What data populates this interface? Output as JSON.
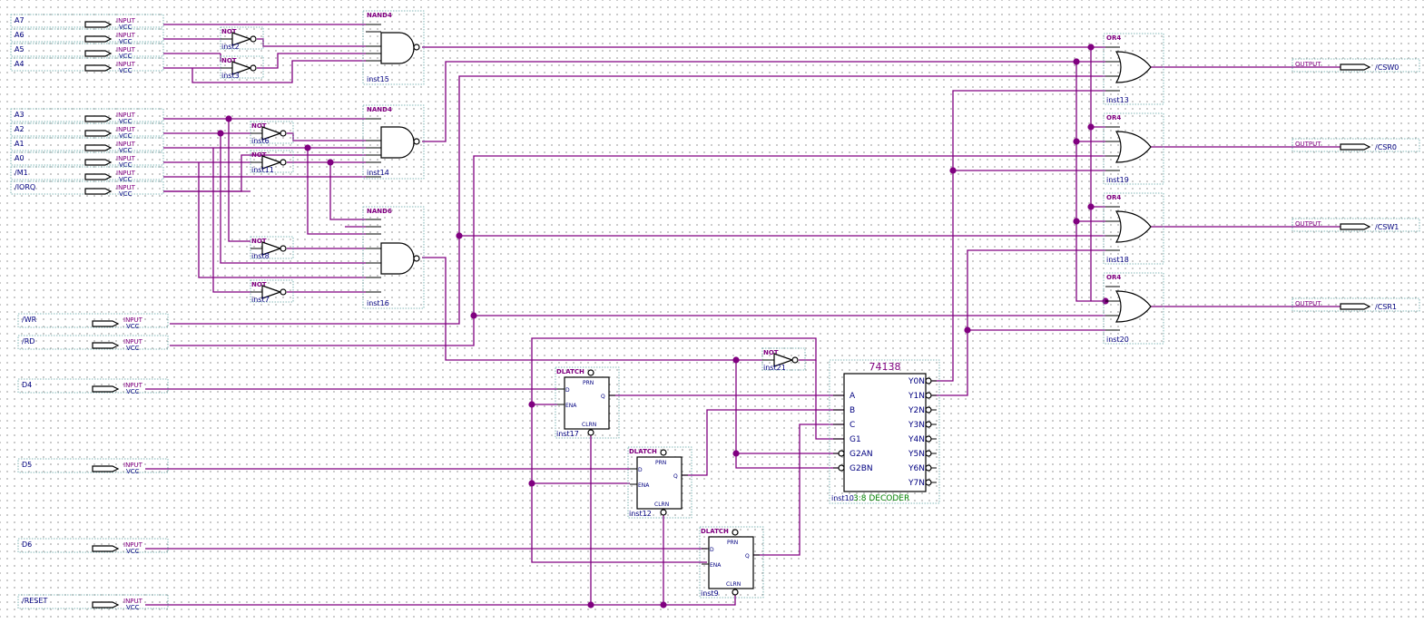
{
  "input_type": "INPUT",
  "input_default": "VCC",
  "output_type": "OUTPUT",
  "inputs": [
    "A7",
    "A6",
    "A5",
    "A4",
    "A3",
    "A2",
    "A1",
    "A0",
    "/M1",
    "/IORQ",
    "/WR",
    "/RD",
    "D4",
    "D5",
    "D6",
    "/RESET"
  ],
  "outputs": [
    "/CSW0",
    "/CSR0",
    "/CSW1",
    "/CSR1"
  ],
  "gates": {
    "not_type": "NOT",
    "nand4_type": "NAND4",
    "nand6_type": "NAND6",
    "or4_type": "OR4",
    "dlatch_type": "DLATCH",
    "inst2": "inst2",
    "inst3": "inst3",
    "inst6": "inst6",
    "inst11": "inst11",
    "inst8": "inst8",
    "inst7": "inst7",
    "inst21": "inst21",
    "inst15": "inst15",
    "inst14": "inst14",
    "inst16": "inst16",
    "inst13": "inst13",
    "inst19": "inst19",
    "inst18": "inst18",
    "inst20": "inst20",
    "inst17": "inst17",
    "inst12": "inst12",
    "inst9": "inst9",
    "inst10": "inst10"
  },
  "latch_pins": {
    "prn": "PRN",
    "d": "D",
    "q": "Q",
    "ena": "ENA",
    "clrn": "CLRN"
  },
  "decoder": {
    "title": "74138",
    "subtitle": "3:8 DECODER",
    "inputs": [
      "A",
      "B",
      "C",
      "G1",
      "G2AN",
      "G2BN"
    ],
    "outputs": [
      "Y0N",
      "Y1N",
      "Y2N",
      "Y3N",
      "Y4N",
      "Y5N",
      "Y6N",
      "Y7N"
    ]
  }
}
